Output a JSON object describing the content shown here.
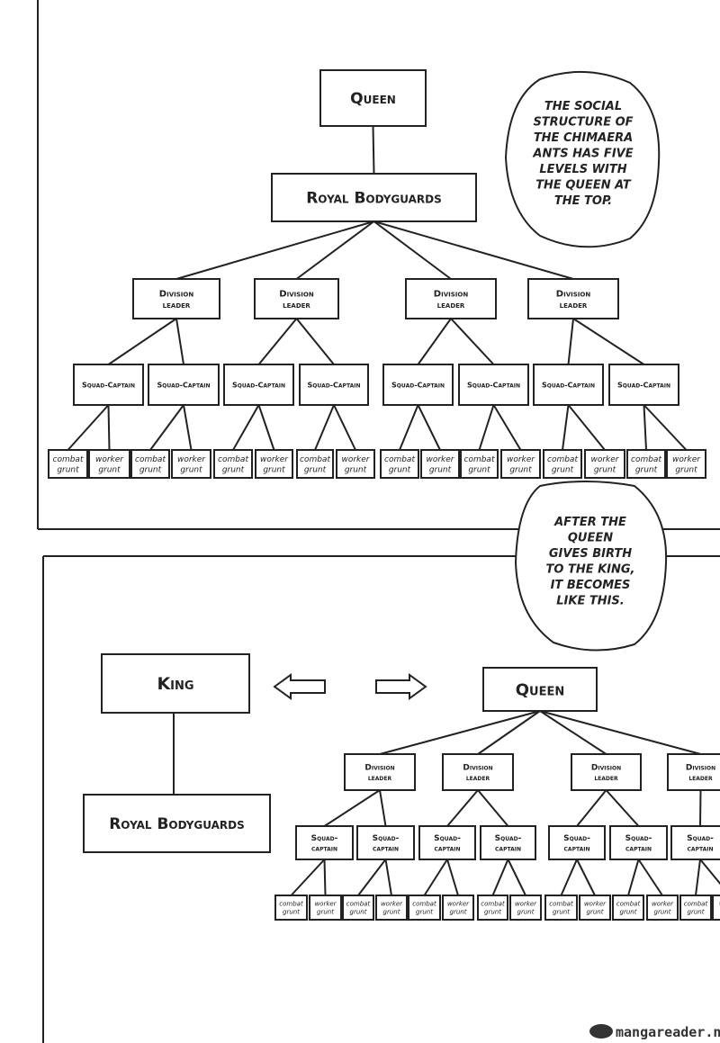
{
  "top_panel": {
    "root": "Queen",
    "bodyguards": "Royal Bodyguards",
    "division_leader": [
      "Division",
      "leader"
    ],
    "squad_captain": "Squad-Captain",
    "combat_grunt": [
      "combat",
      "grunt"
    ],
    "worker_grunt": [
      "worker",
      "grunt"
    ],
    "bubble_lines": [
      "THE SOCIAL",
      "STRUCTURE OF",
      "THE CHIMAERA",
      "ANTS HAS FIVE",
      "LEVELS WITH",
      "THE QUEEN AT",
      "THE TOP."
    ]
  },
  "middle_bubble_lines": [
    "AFTER THE",
    "QUEEN",
    "GIVES BIRTH",
    "TO THE KING,",
    "IT BECOMES",
    "LIKE THIS."
  ],
  "bottom_panel": {
    "king": "King",
    "bodyguards": "Royal Bodyguards",
    "queen": "Queen",
    "division_leader": [
      "Division",
      "leader"
    ],
    "squad_captain": [
      "Squad-",
      "captain"
    ],
    "combat_grunt": [
      "combat",
      "grunt"
    ],
    "worker_grunt": [
      "worker",
      "grunt"
    ],
    "arrows": [
      "left-arrow-icon",
      "right-arrow-icon"
    ]
  },
  "watermark": "mangareader.net",
  "colors": {
    "ink": "#222222",
    "paper": "#ffffff"
  }
}
